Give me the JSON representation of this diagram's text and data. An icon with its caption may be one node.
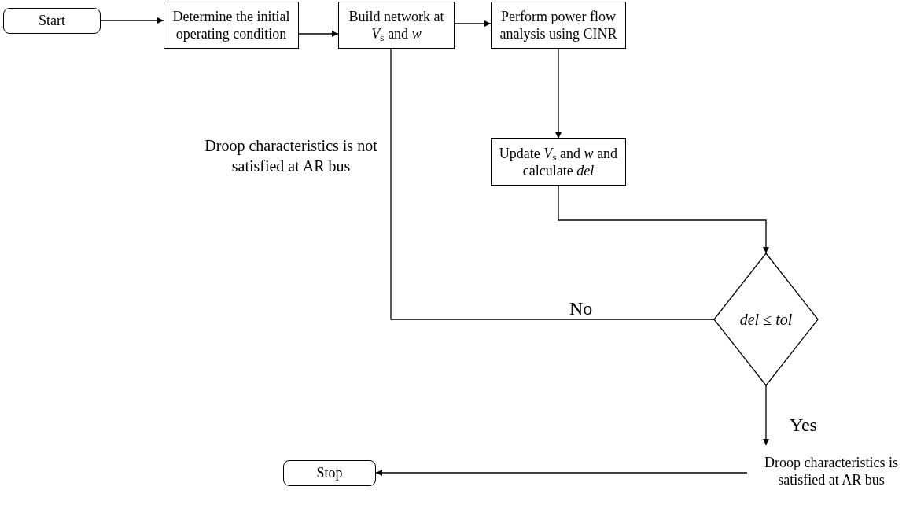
{
  "diagram": {
    "nodes": [
      {
        "text": [
          "Start"
        ]
      },
      {
        "text": [
          "Determine the initial operating condition"
        ]
      },
      {
        "text": [
          "Build network at *V*$_{s}$ and *w*"
        ]
      },
      {
        "text": [
          "Perform power flow analysis using CINR"
        ]
      },
      {
        "text": [
          "Update *V*$_{s}$ and *w* and calculate *del*"
        ]
      },
      {
        "text": [
          "*del* ≤ *tol*"
        ]
      },
      {
        "text": [
          "Droop characteristics is satisfied at AR bus"
        ]
      },
      {
        "text": [
          "Stop"
        ]
      }
    ],
    "edges": [
      {
        "from": 0,
        "to": 1,
        "arrow": "to"
      },
      {
        "from": 1,
        "to": 2,
        "arrow": "to"
      },
      {
        "from": 2,
        "to": 3,
        "arrow": "to"
      },
      {
        "from": 3,
        "to": 4,
        "arrow": "to"
      },
      {
        "from": 4,
        "to": 5,
        "arrow": "to"
      },
      {
        "from": 5,
        "to": 2,
        "arrow": "to",
        "label": "No"
      },
      {
        "from": 5,
        "to": 6,
        "arrow": "to",
        "label": "Yes"
      },
      {
        "from": 6,
        "to": 7,
        "arrow": "to"
      }
    ],
    "labels": [
      "Droop characteristics is not satisfied at AR bus"
    ]
  }
}
